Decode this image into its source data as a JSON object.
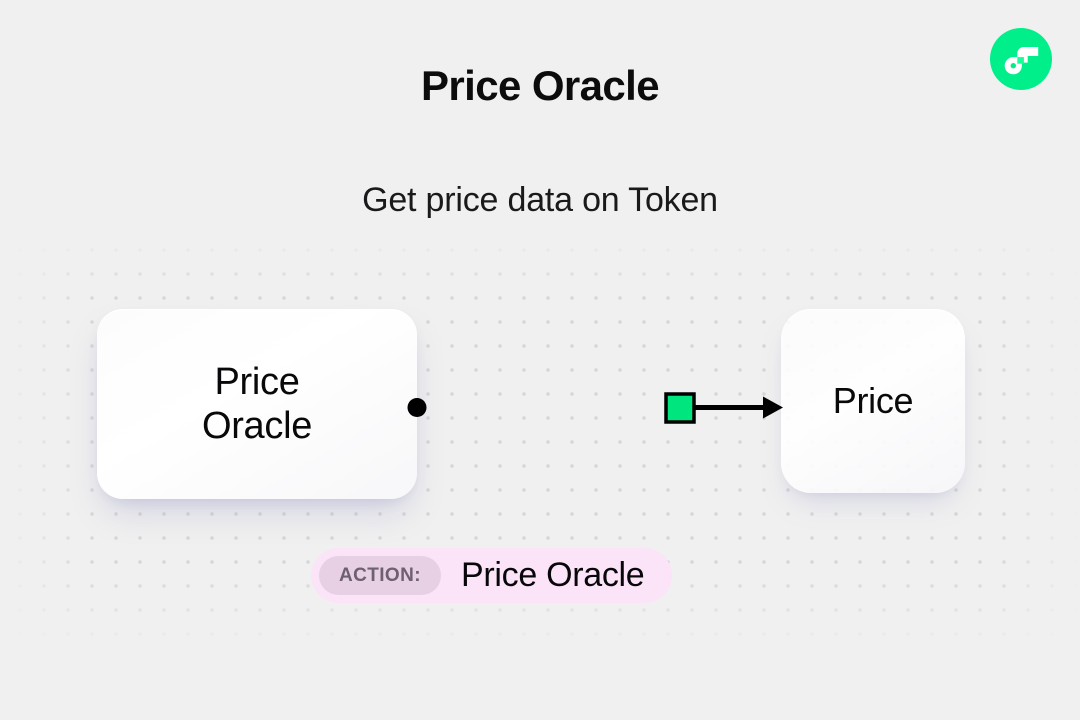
{
  "page": {
    "title": "Price Oracle",
    "subtitle": "Get price data on Token",
    "background_color": "#f0f0f0"
  },
  "brand": {
    "logo_icon": "flow-logo-icon",
    "logo_color": "#00ef8b",
    "logo_mark_color": "#ffffff"
  },
  "diagram": {
    "nodes": [
      {
        "id": "source",
        "label_line1": "Price",
        "label_line2": "Oracle",
        "role": "source"
      },
      {
        "id": "target",
        "label_line1": "Price",
        "role": "output"
      }
    ],
    "connector": {
      "start_handle_icon": "connector-dot-icon",
      "end_handle_icon": "arrowhead-icon",
      "marker_icon": "green-square-marker-icon",
      "line_color": "#000000",
      "marker_fill_color": "#00e57d",
      "marker_stroke_color": "#000000"
    }
  },
  "action": {
    "pill_label": "ACTION:",
    "value": "Price Oracle",
    "badge_background_color": "#fbe4f7",
    "pill_background_color": "#e7cfe4",
    "pill_text_color": "#6e6072"
  }
}
